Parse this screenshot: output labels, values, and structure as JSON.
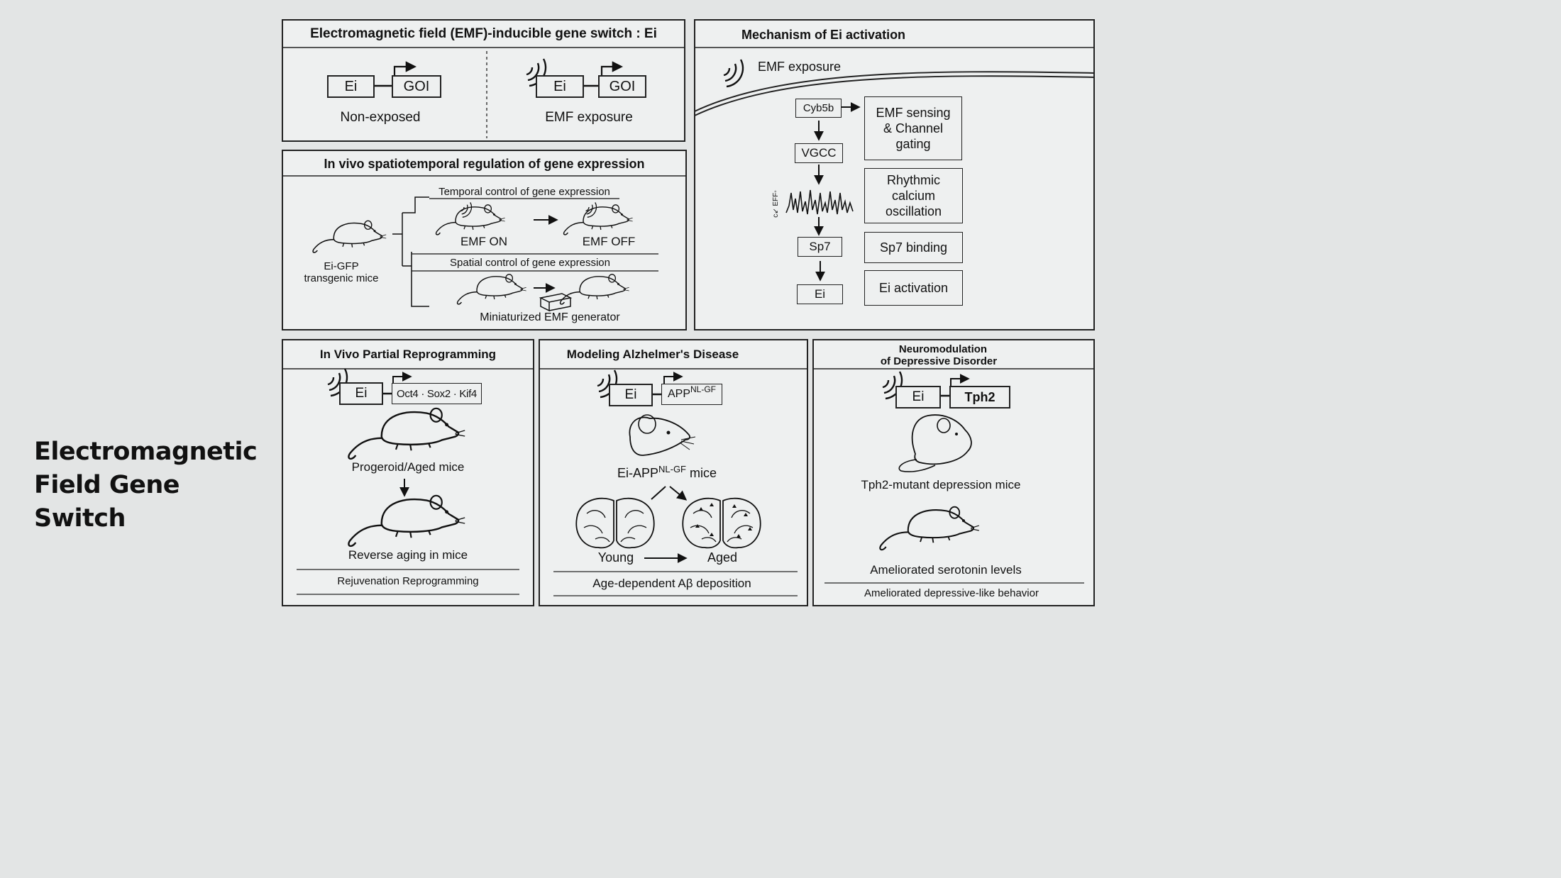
{
  "main_title": [
    "Electromagnetic",
    "Field Gene",
    "Switch"
  ],
  "panel_gene_switch": {
    "title": "Electromagnetic field (EMF)-inducible gene switch : Ei",
    "ei": "Ei",
    "goi": "GOI",
    "non_exposed": "Non-exposed",
    "emf_exposure": "EMF exposure"
  },
  "panel_in_vivo": {
    "title": "In vivo spatiotemporal regulation of gene expression",
    "mice_label_line1": "Ei-GFP",
    "mice_label_line2": "transgenic mice",
    "temporal_title": "Temporal control of gene expression",
    "emf_on": "EMF ON",
    "emf_off": "EMF OFF",
    "spatial_title": "Spatial control of gene expression",
    "generator": "Miniaturized EMF generator"
  },
  "panel_mechanism": {
    "title": "Mechanism of Ei activation",
    "emf_exposure": "EMF exposure",
    "steps": [
      "Cyb5b",
      "VGCC",
      "Sp7",
      "Ei"
    ],
    "trace_label": "c↙ EFF◦",
    "boxes": [
      [
        "EMF sensing",
        "& Channel",
        "gating"
      ],
      [
        "Rhythmic",
        "calcium",
        "oscillation"
      ],
      [
        "Sp7 binding"
      ],
      [
        "Ei activation"
      ]
    ]
  },
  "panel_reprogramming": {
    "title": "In Vivo Partial Reprogramming",
    "ei": "Ei",
    "genes": "Oct4 · Sox2 · Kif4",
    "mice1": "Progeroid/Aged mice",
    "mice2": "Reverse aging in mice",
    "footer": "Rejuvenation Reprogramming"
  },
  "panel_alzheimers": {
    "title": "Modeling Alzhelmer's Disease",
    "ei": "Ei",
    "gene": "APP",
    "gene_sup": "NL-GF",
    "mice_prefix": "Ei-APP",
    "mice_sup": "NL-GF",
    "mice_suffix": " mice",
    "young": "Young",
    "aged": "Aged",
    "footer": "Age-dependent Aβ deposition"
  },
  "panel_depression": {
    "title_line1": "Neuromodulation",
    "title_line2": "of Depressive Disorder",
    "ei": "Ei",
    "gene": "Tph2",
    "mice1": "Tph2-mutant depression mice",
    "mice2": "Ameliorated serotonin levels",
    "footer": "Ameliorated depressive-like behavior"
  }
}
